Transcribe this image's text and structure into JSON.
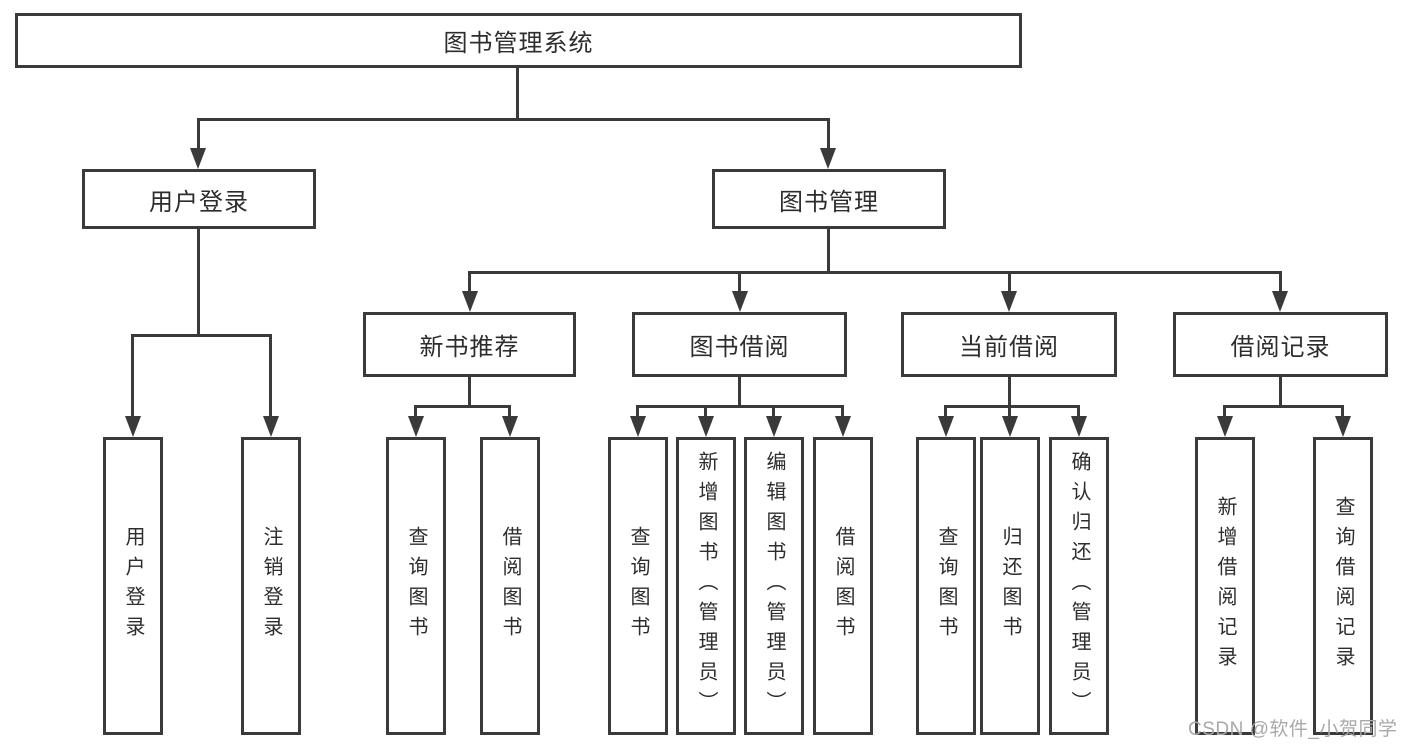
{
  "diagram": {
    "title": "图书管理系统",
    "tree": {
      "root": "图书管理系统",
      "children": [
        {
          "label": "用户登录",
          "children": [
            "用户登录",
            "注销登录"
          ]
        },
        {
          "label": "图书管理",
          "children": [
            {
              "label": "新书推荐",
              "children": [
                "查询图书",
                "借阅图书"
              ]
            },
            {
              "label": "图书借阅",
              "children": [
                "查询图书",
                "新增图书（管理员）",
                "编辑图书（管理员）",
                "借阅图书"
              ]
            },
            {
              "label": "当前借阅",
              "children": [
                "查询图书",
                "归还图书",
                "确认归还（管理员）"
              ]
            },
            {
              "label": "借阅记录",
              "children": [
                "新增借阅记录",
                "查询借阅记录"
              ]
            }
          ]
        }
      ]
    },
    "watermark": "CSDN @软件_小贺同学",
    "colors": {
      "line": "#3a3a3a",
      "text": "#2d2d2d",
      "watermark": "#a9a9a9",
      "background": "#ffffff"
    }
  }
}
